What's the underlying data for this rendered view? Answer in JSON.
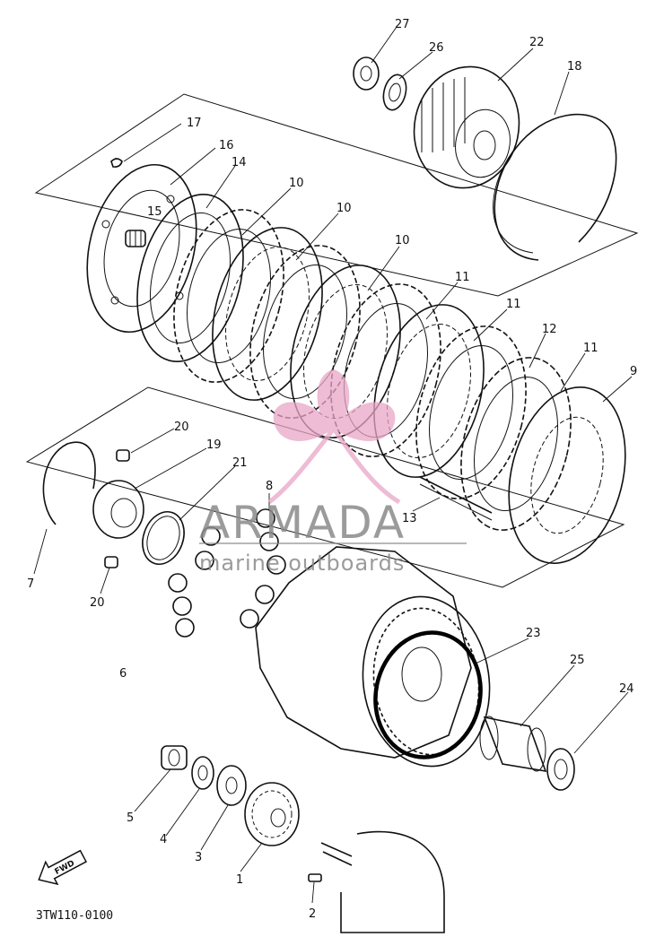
{
  "callouts": {
    "c1": "1",
    "c2": "2",
    "c3": "3",
    "c4": "4",
    "c5": "5",
    "c6": "6",
    "c7": "7",
    "c8": "8",
    "c9": "9",
    "c10a": "10",
    "c10b": "10",
    "c10c": "10",
    "c11a": "11",
    "c11b": "11",
    "c11c": "11",
    "c12": "12",
    "c13": "13",
    "c14": "14",
    "c15": "15",
    "c16": "16",
    "c17": "17",
    "c18": "18",
    "c19": "19",
    "c20a": "20",
    "c20b": "20",
    "c21": "21",
    "c22": "22",
    "c23": "23",
    "c24": "24",
    "c25": "25",
    "c26": "26",
    "c27": "27"
  },
  "fwd_label": "FWD",
  "drawing_ref": "3TW110-0100",
  "watermark": {
    "brand": "ARMADA",
    "tagline": "marine outboards"
  },
  "colors": {
    "highlight_ring": "#000000",
    "watermark_logo": "#e9a6c6",
    "watermark_text": "#8a8a8a"
  }
}
